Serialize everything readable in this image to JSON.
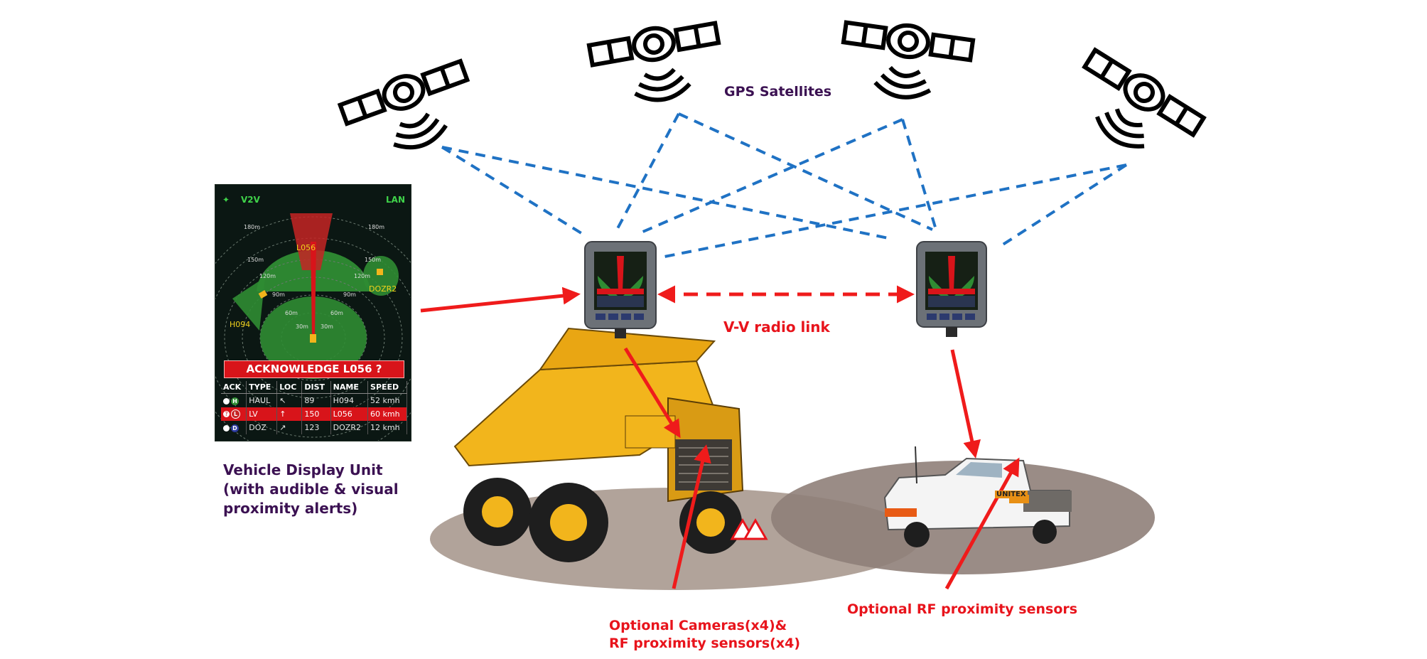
{
  "labels": {
    "gps": "GPS Satellites",
    "vv_link": "V-V radio link",
    "vdu_line1": "Vehicle Display Unit",
    "vdu_line2": "(with audible & visual",
    "vdu_line3": "proximity alerts)",
    "cam_line1": "Optional Cameras(x4)&",
    "cam_line2": "RF proximity sensors(x4)",
    "rf": "Optional RF proximity sensors"
  },
  "vdu_screen": {
    "mode_left": "V2V",
    "mode_right": "LAN",
    "rings": [
      "180m",
      "150m",
      "120m",
      "90m",
      "60m",
      "30m"
    ],
    "targets": [
      "L056",
      "DOZR2",
      "H094"
    ],
    "ack_prompt": "ACKNOWLEDGE L056 ?",
    "columns": [
      "ACK",
      "TYPE",
      "LOC",
      "DIST",
      "NAME",
      "SPEED"
    ],
    "rows": [
      {
        "badge": "H",
        "type": "HAUL",
        "loc": "↖",
        "dist": "89",
        "name": "H094",
        "speed": "52 kmh",
        "alert": false
      },
      {
        "badge": "L",
        "type": "LV",
        "loc": "↑",
        "dist": "150",
        "name": "L056",
        "speed": "60 kmh",
        "alert": true
      },
      {
        "badge": "D",
        "type": "DOZ",
        "loc": "↗",
        "dist": "123",
        "name": "DOZR2",
        "speed": "12 kmh",
        "alert": false
      }
    ]
  },
  "truck_sign": "UNITEX",
  "colors": {
    "label_purple": "#3b1152",
    "label_red": "#e8141c",
    "gps_link_blue": "#1f72c4",
    "arrow_red": "#ef1b1b",
    "radar_green": "#2f8c33",
    "truck_yellow": "#f2b51c"
  }
}
